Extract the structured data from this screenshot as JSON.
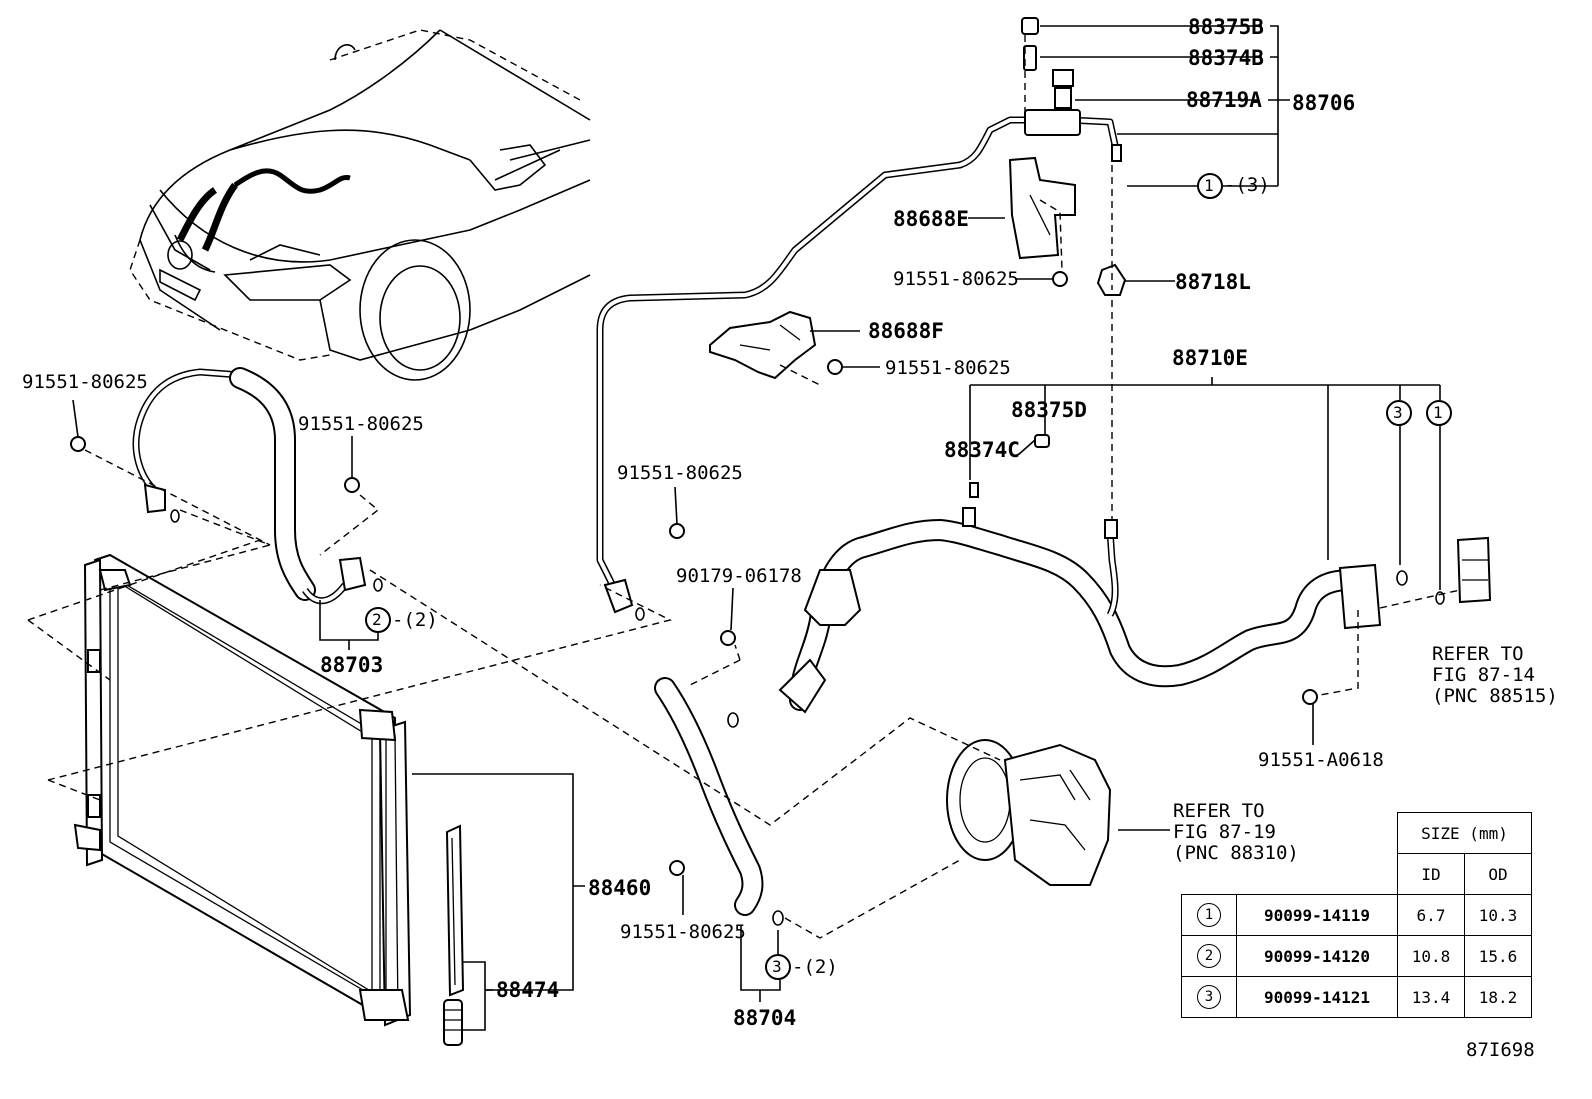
{
  "labels": {
    "p88375B": "88375B",
    "p88374B": "88374B",
    "p88719A": "88719A",
    "p88706": "88706",
    "p88688E": "88688E",
    "p88718L": "88718L",
    "p88688F": "88688F",
    "p88710E": "88710E",
    "p88375D": "88375D",
    "p88374C": "88374C",
    "p88703": "88703",
    "p88704": "88704",
    "p88460": "88460",
    "p88474": "88474",
    "bolt_80625_a": "91551-80625",
    "bolt_80625_b": "91551-80625",
    "bolt_80625_c": "91551-80625",
    "bolt_80625_d": "91551-80625",
    "bolt_80625_e": "91551-80625",
    "bolt_80625_f": "91551-80625",
    "nut_06178": "90179-06178",
    "bolt_A0618": "91551-A0618",
    "qty_3": "-(3)",
    "qty_2a": "-(2)",
    "qty_2b": "-(2)",
    "refer_1_l1": "REFER TO",
    "refer_1_l2": "FIG 87-14",
    "refer_1_l3": "(PNC 88515)",
    "refer_2_l1": "REFER TO",
    "refer_2_l2": "FIG 87-19",
    "refer_2_l3": "(PNC 88310)",
    "fig_code": "87I698",
    "circle_1": "1",
    "circle_2": "2",
    "circle_3": "3"
  },
  "size_table": {
    "header_size": "SIZE (mm)",
    "header_id": "ID",
    "header_od": "OD",
    "rows": [
      {
        "key": "1",
        "part": "90099-14119",
        "id": "6.7",
        "od": "10.3"
      },
      {
        "key": "2",
        "part": "90099-14120",
        "id": "10.8",
        "od": "15.6"
      },
      {
        "key": "3",
        "part": "90099-14121",
        "id": "13.4",
        "od": "18.2"
      }
    ]
  }
}
